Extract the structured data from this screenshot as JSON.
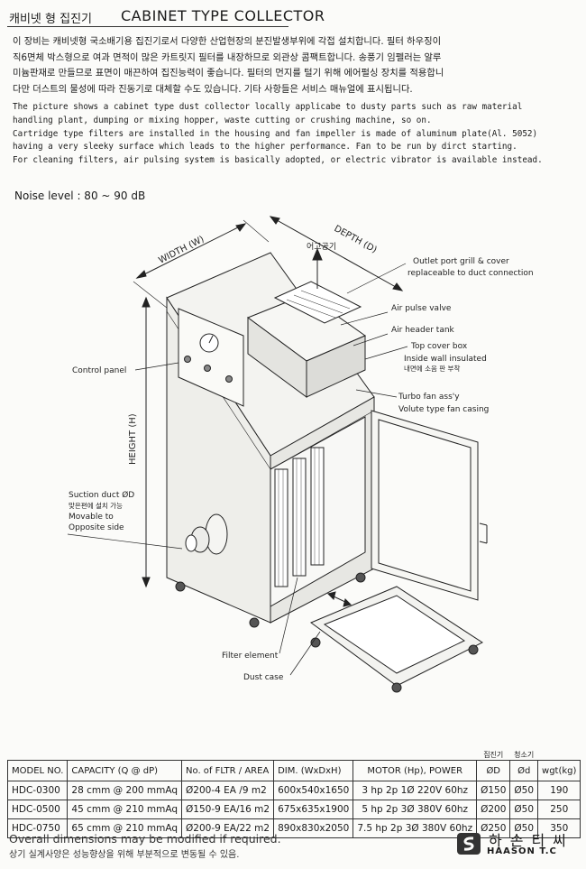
{
  "header": {
    "title_ko": "캐비넷 형 집진기",
    "title_en": "CABINET TYPE COLLECTOR"
  },
  "description_ko": [
    "이 장비는 캐비넷형 국소배기용 집진기로서 다양한 산업현장의 분진발생부위에 각접 설치합니다. 필터 하우징이",
    "직6면체 박스형으로 여과 면적이 많은 카트릿지 필터를 내장하므로 외관상 콤팩트합니다. 송풍기 임펠러는 알루",
    "미늄판재로 만들므로 표면이 매끈하여 집진능력이 좋습니다. 필터의 먼지를 털기 위해 에어펄싱 장치를 적용합니",
    "다만 더스트의 물성에 따라 진동기로 대체할 수도 있습니다. 기타 사항들은 서비스 매뉴얼에 표시됩니다."
  ],
  "description_en": [
    "The picture shows a cabinet type dust collector locally applicabe to dusty parts such as raw material",
    "handling plant, dumping or mixing hopper, waste cutting or crushing machine, so on.",
    "Cartridge type filters are installed in the housing and fan impeller is made of aluminum plate(Al. 5052)",
    "having a very sleeky surface which leads to the higher performance. Fan to be run by dirct starting.",
    "For cleaning filters, air pulsing system is basically adopted, or electric vibrator is available instead."
  ],
  "noise_level": "Noise level : 80 ~ 90 dB",
  "diagram": {
    "width_label": "WIDTH (W)",
    "depth_label": "DEPTH (D)",
    "height_label": "HEIGHT (H)",
    "exhaust_label": "어고공기",
    "outlet_line1": "Outlet port grill & cover",
    "outlet_line2": "replaceable to duct connection",
    "air_pulse_valve": "Air pulse valve",
    "air_header_tank": "Air header tank",
    "top_cover_box": "Top cover box",
    "inside_wall": "Inside wall insulated",
    "inside_wall_ko": "내면에 소음 판 부착",
    "control_panel": "Control panel",
    "turbo_fan": "Turbo fan ass'y",
    "volute_casing": "Volute type fan casing",
    "suction_duct": "Suction duct ØD",
    "suction_ko": "맞은편에 설치 가능",
    "movable_to": "Movable to",
    "opposite_side": "Opposite side",
    "filter_element": "Filter element",
    "dust_case": "Dust case"
  },
  "table": {
    "group_headers": {
      "dust_collector": "집진기",
      "blower": "청소기"
    },
    "columns": [
      "MODEL NO.",
      "CAPACITY (Q @ dP)",
      "No. of FLTR / AREA",
      "DIM. (WxDxH)",
      "MOTOR (Hp), POWER",
      "ØD",
      "Ød",
      "wgt(kg)"
    ],
    "rows": [
      [
        "HDC-0300",
        "28 cmm @ 200 mmAq",
        "Ø200-4 EA /9 m2",
        "600x540x1650",
        "3 hp 2p 1Ø 220V 60hz",
        "Ø150",
        "Ø50",
        "190"
      ],
      [
        "HDC-0500",
        "45 cmm @ 210 mmAq",
        "Ø150-9 EA/16 m2",
        "675x635x1900",
        "5 hp 2p 3Ø 380V 60hz",
        "Ø200",
        "Ø50",
        "250"
      ],
      [
        "HDC-0750",
        "65 cmm @ 210 mmAq",
        "Ø200-9 EA/22 m2",
        "890x830x2050",
        "7.5 hp 2p 3Ø 380V 60hz",
        "Ø250",
        "Ø50",
        "350"
      ]
    ]
  },
  "footer": {
    "note_en": "Overall dimensions may be modified if required.",
    "note_ko": "상기 실계사양은 성능향상을 위해 부분적으로 변동될 수 있음.",
    "company_ko": "하손티씨",
    "company_en": "HAASON T.C"
  }
}
